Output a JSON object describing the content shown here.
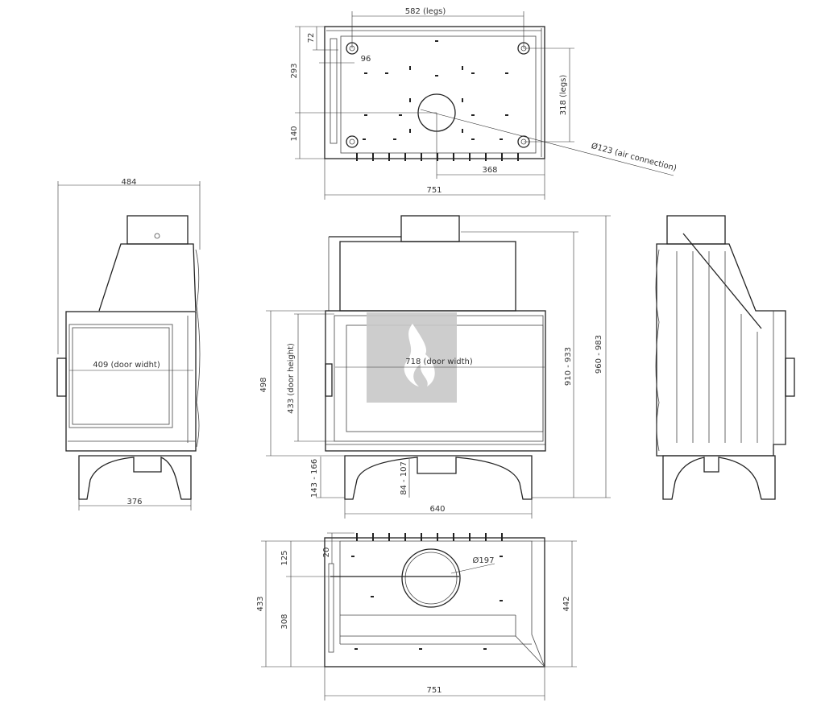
{
  "top_view": {
    "legs_width": "582 (legs)",
    "dim_72": "72",
    "dim_96": "96",
    "dim_293": "293",
    "dim_140": "140",
    "legs_depth": "318 (legs)",
    "air_connection": "Ø123 (air connection)",
    "dim_368": "368",
    "width": "751"
  },
  "side_view_left": {
    "depth": "484",
    "door_width": "409 (door widht)",
    "legs_width": "376"
  },
  "front_view": {
    "body_height": "498",
    "door_height": "433 (door height)",
    "door_width": "718 (door width)",
    "height_range_1": "910 - 933",
    "height_range_2": "960 - 983",
    "leg_height_range": "143 - 166",
    "leg_gap_range": "84 - 107",
    "legs_width": "640"
  },
  "bottom_view": {
    "dim_20": "20",
    "dim_125": "125",
    "dim_433": "433",
    "dim_308": "308",
    "flue_diameter": "Ø197",
    "depth": "442",
    "width": "751"
  },
  "colors": {
    "line": "#222222",
    "watermark": "#c8c8c8"
  }
}
